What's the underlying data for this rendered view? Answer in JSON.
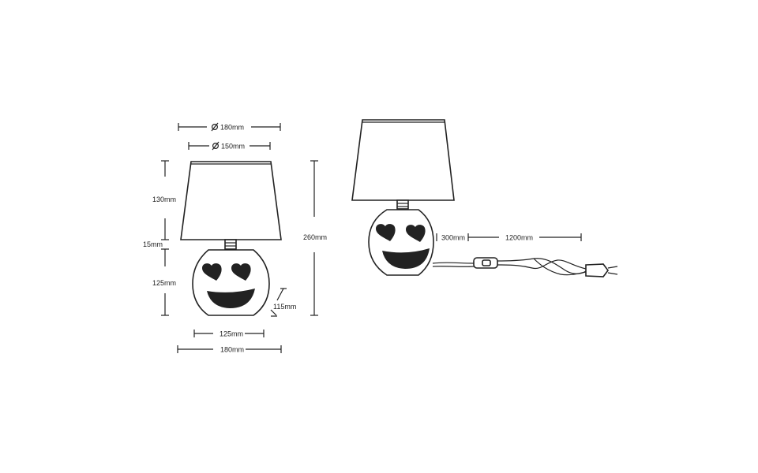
{
  "diagram": {
    "front": {
      "shade_top_diameter": "180mm",
      "shade_bottom_diameter": "150mm",
      "shade_height": "130mm",
      "neck_height": "15mm",
      "base_height": "125mm",
      "total_height": "260mm",
      "base_depth": "115mm",
      "base_width": "125mm",
      "total_width": "180mm"
    },
    "side": {
      "cord_to_switch": "300mm",
      "switch_to_plug": "1200mm"
    }
  },
  "colors": {
    "line": "#222222",
    "background": "#ffffff"
  }
}
